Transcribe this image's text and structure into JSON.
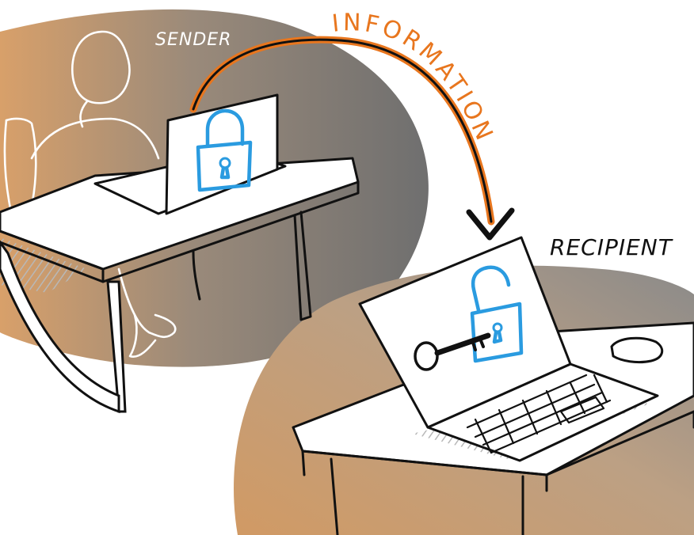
{
  "labels": {
    "sender": "SENDER",
    "information": "INFORMATION",
    "recipient": "RECIPIENT"
  },
  "colors": {
    "accent_orange": "#e8761e",
    "lock_blue": "#2a9be0",
    "backdrop_tan": "#d4a06c",
    "backdrop_gray": "#7d7d7d",
    "ink": "#111111"
  },
  "icons": {
    "sender_lock": "lock-closed-icon",
    "recipient_lock": "lock-open-icon",
    "key": "key-icon",
    "arrow": "curved-arrow-icon"
  }
}
